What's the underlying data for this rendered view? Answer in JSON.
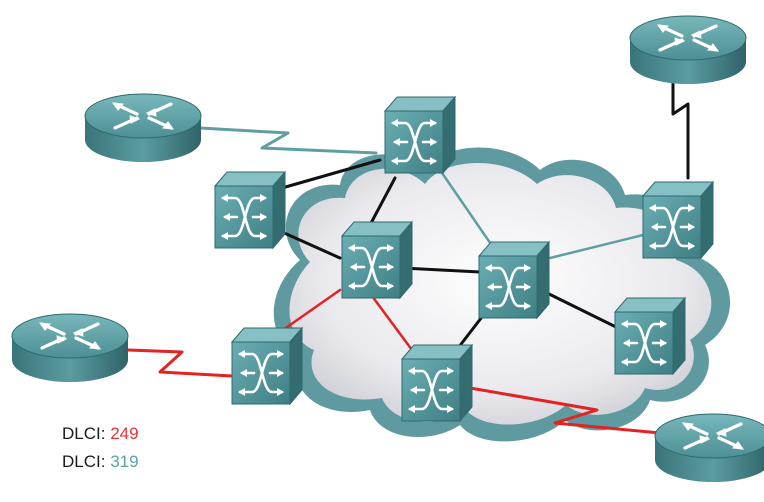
{
  "colors": {
    "red_link": "#e32222",
    "teal_link": "#5f9fa3",
    "black_link": "#111111",
    "device_teal": "#4e8f94",
    "cloud_fill": "#e6e6ea"
  },
  "legend": [
    {
      "label": "DLCI:",
      "value": "249",
      "color": "#e8322e"
    },
    {
      "label": "DLCI:",
      "value": "319",
      "color": "#5e9fa8"
    }
  ],
  "icons": {
    "router": "router-icon",
    "switch": "frame-relay-switch-icon",
    "cloud": "cloud-icon"
  }
}
